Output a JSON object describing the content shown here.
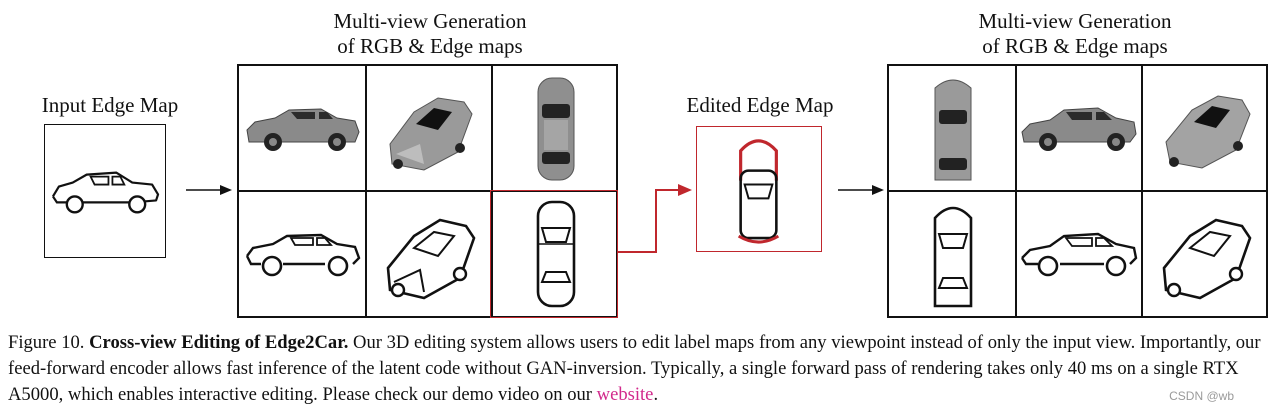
{
  "labels": {
    "input": "Input Edge Map",
    "multiview_left_line1": "Multi-view Generation",
    "multiview_left_line2": "of RGB & Edge maps",
    "edited": "Edited Edge Map",
    "multiview_right_line1": "Multi-view Generation",
    "multiview_right_line2": "of RGB & Edge maps"
  },
  "caption": {
    "prefix": "Figure 10. ",
    "bold": "Cross-view Editing of Edge2Car.",
    "text": " Our 3D editing system allows users to edit label maps from any viewpoint instead of only the input view. Importantly, our feed-forward encoder allows fast inference of the latent code without GAN-inversion. Typically, a single forward pass of rendering takes only 40 ms on a single RTX A5000, which enables interactive editing. Please check our demo video on our ",
    "link": "website",
    "end": "."
  },
  "watermark": "CSDN @wb",
  "colors": {
    "accent_red": "#c0272d",
    "line": "#111111"
  }
}
